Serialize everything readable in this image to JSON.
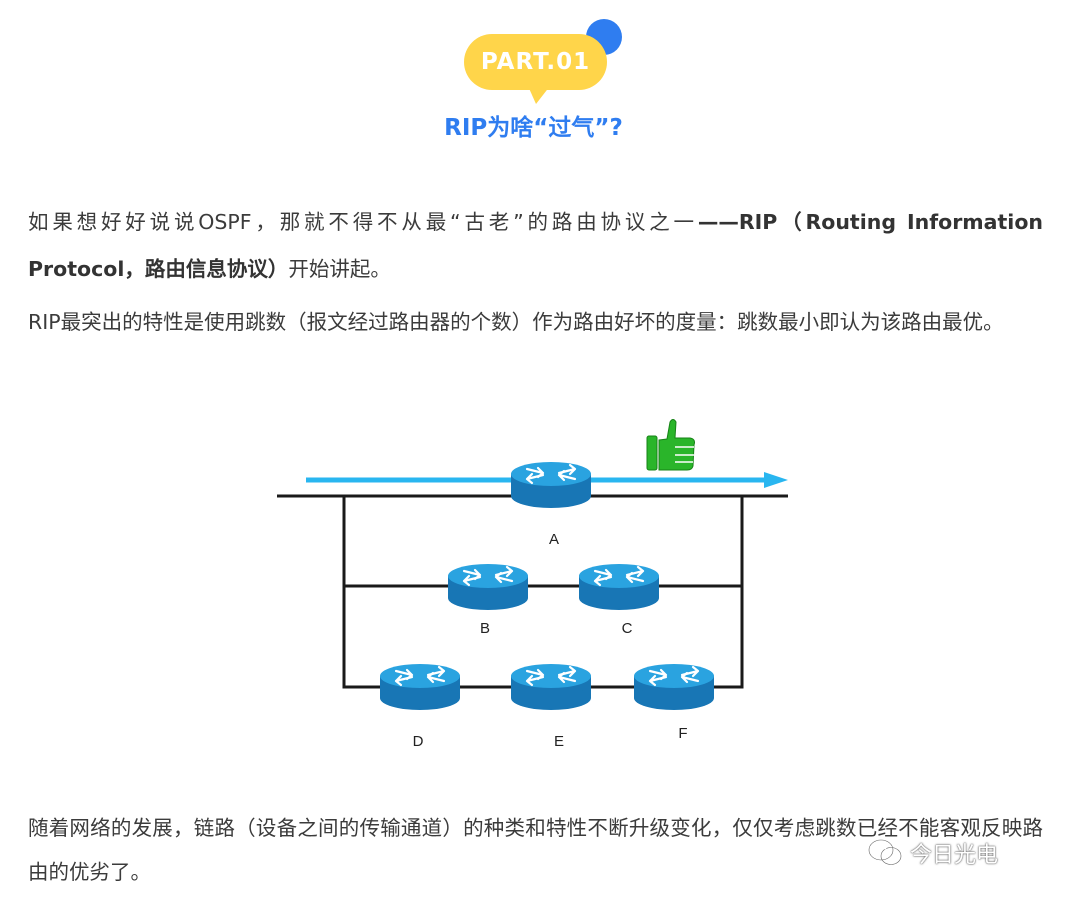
{
  "section_badge": {
    "label": "PART.01",
    "bubble_color": "#ffd54a",
    "dot_color": "#2f7df0"
  },
  "section_title": "RIP为啥“过气”?",
  "paragraph1": {
    "pre": "如果想好好说说OSPF，那就不得不从最“古老”的路由协议之一",
    "dash": "——",
    "bold": "RIP（Routing Information Protocol，路由信息协议）",
    "post": "开始讲起。"
  },
  "paragraph2": "RIP最突出的特性是使用跳数（报文经过路由器的个数）作为路由好坏的度量：跳数最小即认为该路由最优。",
  "diagram": {
    "router_color": "#1f95d4",
    "arrow_color": "#29b6f0",
    "thumb_color": "#2ab52a",
    "thumb_icon": "thumbs-up-icon",
    "routers": [
      {
        "id": "A",
        "label": "A"
      },
      {
        "id": "B",
        "label": "B"
      },
      {
        "id": "C",
        "label": "C"
      },
      {
        "id": "D",
        "label": "D"
      },
      {
        "id": "E",
        "label": "E"
      },
      {
        "id": "F",
        "label": "F"
      }
    ]
  },
  "paragraph3": "随着网络的发展，链路（设备之间的传输通道）的种类和特性不断升级变化，仅仅考虑跳数已经不能客观反映路由的优劣了。",
  "watermark": {
    "icon": "wechat-icon",
    "text": "今日光电"
  }
}
